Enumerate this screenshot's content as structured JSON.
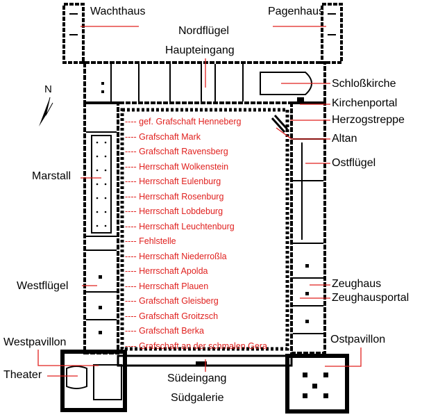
{
  "compass": {
    "label": "N"
  },
  "labels": {
    "wachthaus": "Wachthaus",
    "pagenhaus": "Pagenhaus",
    "nordfluegel": "Nordflügel",
    "haupteingang": "Haupteingang",
    "schlosskirche": "Schloßkirche",
    "kirchenportal": "Kirchenportal",
    "herzogstreppe": "Herzogstreppe",
    "altan": "Altan",
    "ostfluegel": "Ostflügel",
    "marstall": "Marstall",
    "westfluegel": "Westflügel",
    "zeughaus": "Zeughaus",
    "zeughausportal": "Zeughausportal",
    "westpavillon": "Westpavillon",
    "ostpavillon": "Ostpavillon",
    "theater": "Theater",
    "suedeingang": "Südeingang",
    "suedgalerie": "Südgalerie"
  },
  "territories": [
    "---- gef. Grafschaft Henneberg",
    "---- Grafschaft Mark",
    "---- Grafschaft Ravensberg",
    "---- Herrschaft Wolkenstein",
    "---- Herrschaft Eulenburg",
    "---- Herrschaft Rosenburg",
    "---- Herrschaft Lobdeburg",
    "---- Herrschaft Leuchtenburg",
    "---- Fehlstelle",
    "---- Herrschaft Niederroßla",
    "---- Herrschaft Apolda",
    "---- Herrschaft Plauen",
    "---- Grafschaft Gleisberg",
    "---- Grafschaft Groitzsch",
    "---- Grafschaft Berka",
    "---- Grafschaft an der schmalen Gera"
  ],
  "colors": {
    "walls": "#000000",
    "annotation": "#e0201e"
  }
}
